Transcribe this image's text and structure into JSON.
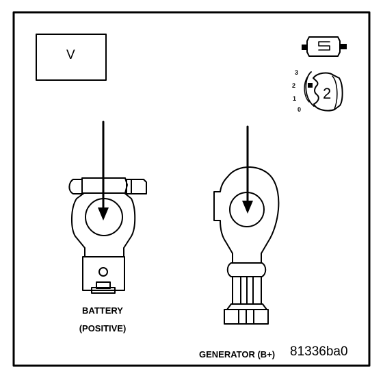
{
  "meter": {
    "symbol": "V"
  },
  "selector_dial": {
    "positions": [
      "3",
      "2",
      "1",
      "0"
    ],
    "selected": "2"
  },
  "labels": {
    "battery_line1": "BATTERY",
    "battery_line2": "(POSITIVE)",
    "generator": "GENERATOR (B+)",
    "figure_id": "81336ba0"
  },
  "colors": {
    "ink": "#000000",
    "paper": "#ffffff"
  }
}
